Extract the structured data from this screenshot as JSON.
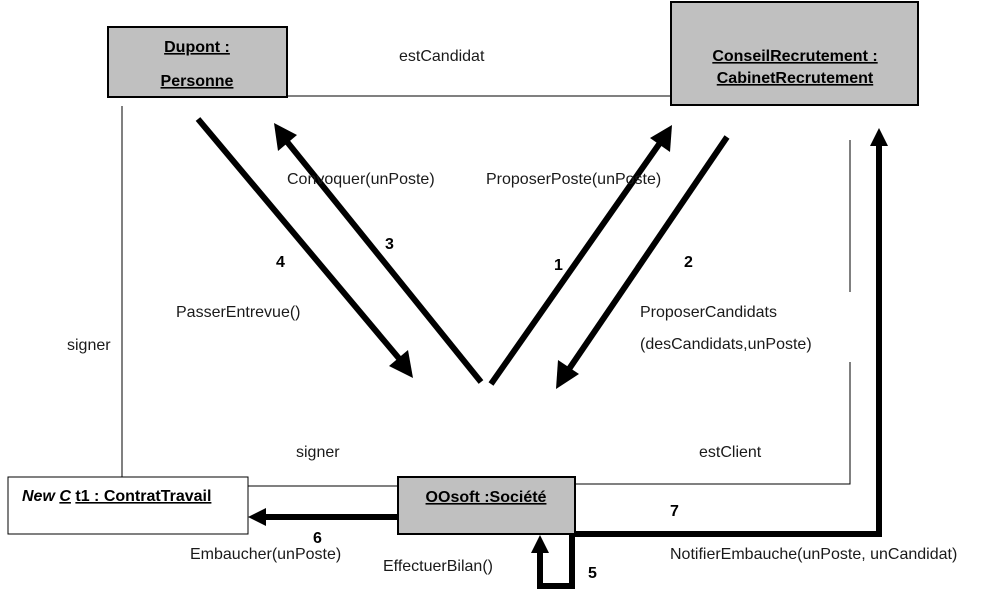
{
  "objects": {
    "dupont": {
      "line1": "Dupont :",
      "line2": "Personne",
      "fill": "#c0c0c0"
    },
    "conseil": {
      "line1": "ConseilRecrutement :",
      "line2": "CabinetRecrutement",
      "fill": "#c0c0c0"
    },
    "oosoft": {
      "name": "OOsoft :Société",
      "fill": "#c0c0c0"
    },
    "contrat": {
      "new_kw": "New",
      "c_kw": "C",
      "name": "t1 : ContratTravail",
      "fill": "#ffffff"
    }
  },
  "links": {
    "est_candidat": "estCandidat",
    "signer_left": "signer",
    "signer_bottom": "signer",
    "est_client": "estClient"
  },
  "messages": [
    {
      "number": "1",
      "label": "ProposerPoste(unPoste)"
    },
    {
      "number": "2",
      "label": "ProposerCandidats",
      "label2": "(desCandidats,unPoste)"
    },
    {
      "number": "3",
      "label": "Convoquer(unPoste)"
    },
    {
      "number": "4",
      "label": "PasserEntrevue()"
    },
    {
      "number": "5",
      "label": "EffectuerBilan()"
    },
    {
      "number": "6",
      "label": "Embaucher(unPoste)"
    },
    {
      "number": "7",
      "label": "NotifierEmbauche(unPoste, unCandidat)"
    }
  ]
}
